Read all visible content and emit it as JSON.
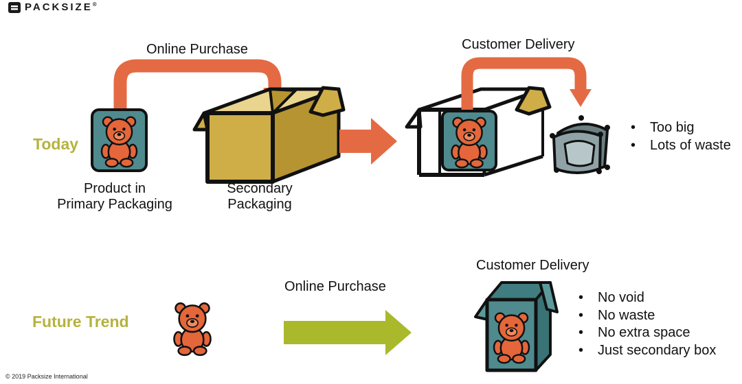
{
  "brand": {
    "name": "PACKSIZE",
    "mark": "®",
    "logo_icon": "packsize-logo-icon"
  },
  "colors": {
    "arrow_orange": "#e46a43",
    "arrow_green": "#a9b92b",
    "row_label": "#b5b33e",
    "box_gold": "#cfae48",
    "product_teal": "#4f8a8e",
    "bear_orange": "#e4663a",
    "outline": "#111111"
  },
  "today": {
    "row_label": "Today",
    "online_purchase": "Online Purchase",
    "customer_delivery": "Customer Delivery",
    "product_label_line1": "Product in",
    "product_label_line2": "Primary Packaging",
    "secondary_label_line1": "Secondary",
    "secondary_label_line2": "Packaging",
    "bullets": [
      "Too big",
      "Lots of waste"
    ]
  },
  "future": {
    "row_label": "Future Trend",
    "online_purchase": "Online Purchase",
    "customer_delivery": "Customer Delivery",
    "bullets": [
      "No void",
      "No waste",
      "No extra space",
      "Just secondary box"
    ]
  },
  "footer": {
    "copyright": "© 2019 Packsize International"
  }
}
